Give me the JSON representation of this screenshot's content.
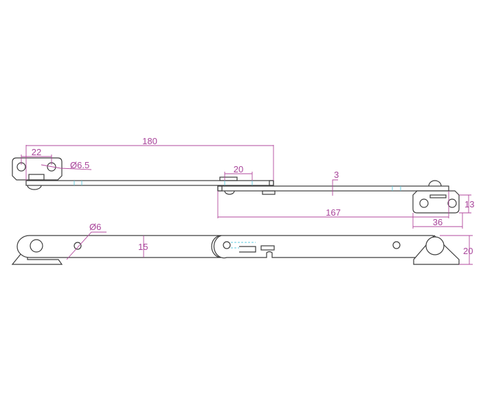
{
  "drawing": {
    "title": "Friction stay technical drawing",
    "dimensions": {
      "overall_upper_length": "180",
      "hole_spacing": "22",
      "hole_diameter_top": "Ø6.5",
      "slot_length": "20",
      "thickness": "3",
      "lower_arm_length": "167",
      "bracket_height": "13",
      "bracket_width": "36",
      "hole_diameter_side": "Ø6",
      "arm_width": "15",
      "total_height": "20"
    },
    "colors": {
      "line": "#3a3a3a",
      "dimension": "#b2479c",
      "hidden": "#5cc8dc"
    }
  }
}
